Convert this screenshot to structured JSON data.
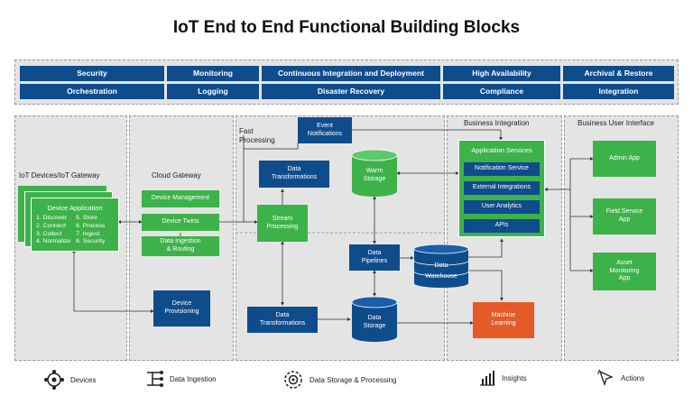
{
  "title": "IoT End to End Functional Building Blocks",
  "top_row1": [
    "Security",
    "Monitoring",
    "Continuous Integration and Deployment",
    "High Availability",
    "Archival & Restore"
  ],
  "top_row2": [
    "Orchestration",
    "Logging",
    "Disaster Recovery",
    "Compliance",
    "Integration"
  ],
  "sections": {
    "devices": "IoT Devices/IoT Gateway",
    "cloud_gateway": "Cloud Gateway",
    "fast_processing": "Fast\nProcessing",
    "business_integration": "Business Integration",
    "business_ui": "Business User Interface"
  },
  "device_app": {
    "title": "Device Application",
    "items": [
      "1. Discover",
      "2. Connect",
      "3. Collect",
      "4. Normalize",
      "5. Store",
      "6. Process",
      "7. Ingest",
      "8. Security"
    ]
  },
  "cloud_gateway_boxes": {
    "device_management": "Device Management",
    "device_twins": "Device Twins",
    "data_ingestion": "Data Ingestion\n& Routing",
    "device_provisioning": "Device\nProvisioning"
  },
  "processing": {
    "event_notifications": "Event\nNotifications",
    "data_transformations_top": "Data\nTransformations",
    "warm_storage": "Warm\nStorage",
    "stream_processing": "Stream\nProcessing",
    "data_pipelines": "Data\nPipelines",
    "data_warehouse": "Data\nWarehouse",
    "data_transformations_bottom": "Data\nTransformations",
    "data_storage": "Data\nStorage",
    "machine_learning": "Machine\nLearning"
  },
  "application_services": {
    "title": "Application Services",
    "items": [
      "Notification Service",
      "External Integrations",
      "User Analytics",
      "APIs"
    ]
  },
  "business_apps": [
    "Admin App",
    "Field Service\nApp",
    "Asset\nMonitoring\nApp"
  ],
  "legend": [
    {
      "icon": "devices-icon",
      "label": "Devices"
    },
    {
      "icon": "data-ingestion-icon",
      "label": "Data Ingestion"
    },
    {
      "icon": "data-storage-processing-icon",
      "label": "Data Storage & Processing"
    },
    {
      "icon": "insights-icon",
      "label": "Insights"
    },
    {
      "icon": "actions-icon",
      "label": "Actions"
    }
  ],
  "colors": {
    "blue": "#0f4c8c",
    "green": "#3db24a",
    "orange": "#e55a26",
    "panel": "#e4e4e4"
  }
}
